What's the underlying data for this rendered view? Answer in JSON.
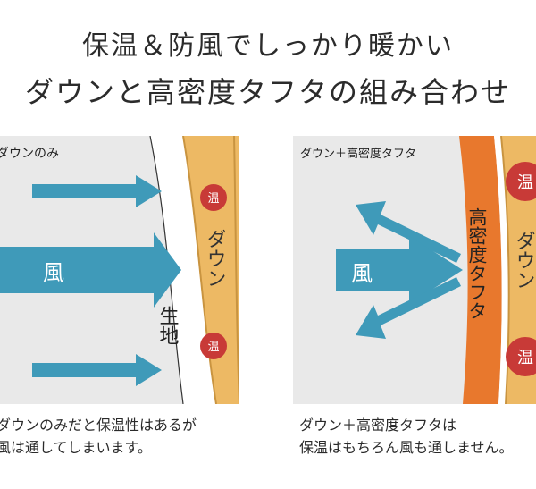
{
  "title": {
    "line1": "保温＆防風でしっかり暖かい",
    "line2": "ダウンと高密度タフタの組み合わせ"
  },
  "left_panel": {
    "label": "ダウンのみ",
    "wind_label": "風",
    "layer_label": "ダウン",
    "fabric_label": "生地",
    "warm_top": "温",
    "warm_bottom": "温",
    "caption_line1": "ダウンのみだと保温性はあるが",
    "caption_line2": "風は通してしまいます。"
  },
  "right_panel": {
    "label": "ダウン＋高密度タフタ",
    "wind_label": "風",
    "taffeta_label": "高密度タフタ",
    "layer_label": "ダウン",
    "warm_top": "温",
    "warm_bottom": "温",
    "caption_line1": "ダウン＋高密度タフタは",
    "caption_line2": "保温はもちろん風も通しません。"
  },
  "colors": {
    "panel_bg": "#e9e9e9",
    "arrow": "#3f9ab9",
    "down_layer": "#edb964",
    "taffeta_layer": "#e8782d",
    "warm_circle": "#c83a37"
  }
}
